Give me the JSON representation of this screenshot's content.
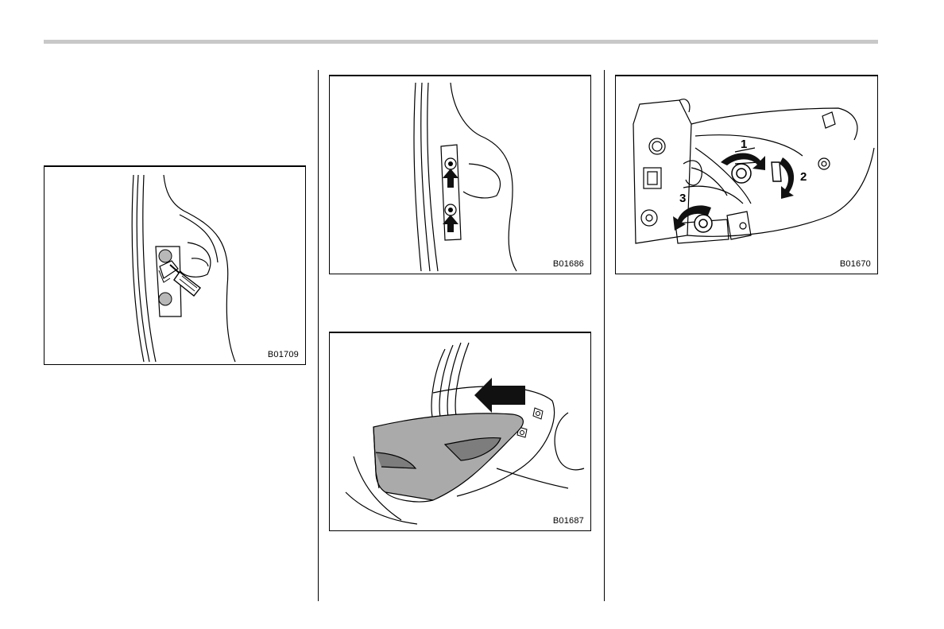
{
  "figures": {
    "fig1": {
      "code": "B01709"
    },
    "fig2": {
      "code": "B01686"
    },
    "fig3": {
      "code": "B01687"
    },
    "fig4": {
      "code": "B01670",
      "callouts": [
        "1",
        "2",
        "3"
      ]
    }
  },
  "icons": [
    "screwdriver-icon",
    "arrow-up-icon",
    "arrow-left-icon",
    "rotate-arrow-icon"
  ]
}
